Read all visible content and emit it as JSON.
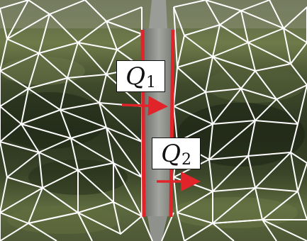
{
  "labels": {
    "q1": {
      "symbol": "Q",
      "subscript": "1"
    },
    "q2": {
      "symbol": "Q",
      "subscript": "2"
    }
  },
  "colors": {
    "mesh": "#ffffff",
    "boundary": "#e0242a",
    "arrow": "#e0242a",
    "channel": "#8b8d8a",
    "terrain_dark": "#2f3a22",
    "terrain_light": "#6e7a4c"
  },
  "scene": {
    "description_icons": [
      "aerial-photo",
      "triangular-mesh",
      "river-channel"
    ]
  }
}
